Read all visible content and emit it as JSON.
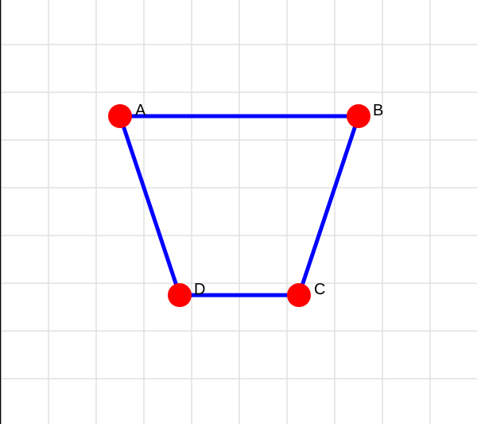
{
  "diagram": {
    "grid": {
      "visible": true,
      "color": "#e0e0e0"
    },
    "left_axis": {
      "visible": true,
      "color": "#000000"
    },
    "edge_color": "#0000ff",
    "vertex_color": "#ff0000",
    "vertices": [
      {
        "id": "A",
        "label": "A"
      },
      {
        "id": "B",
        "label": "B"
      },
      {
        "id": "C",
        "label": "C"
      },
      {
        "id": "D",
        "label": "D"
      }
    ],
    "edges": [
      {
        "from": "A",
        "to": "B"
      },
      {
        "from": "B",
        "to": "C"
      },
      {
        "from": "C",
        "to": "D"
      },
      {
        "from": "D",
        "to": "A"
      }
    ]
  }
}
